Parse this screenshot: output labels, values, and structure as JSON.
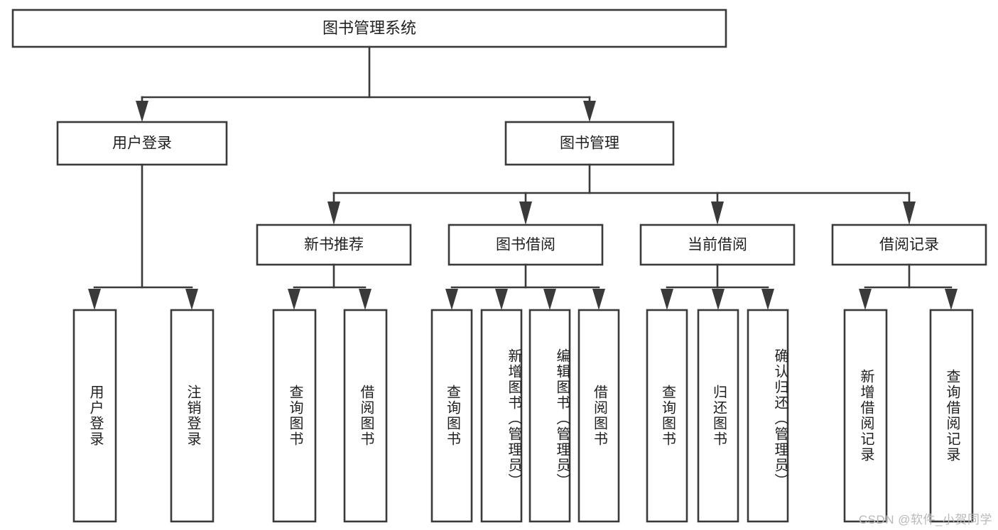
{
  "diagram": {
    "type": "tree",
    "title": "图书管理系统",
    "watermark": "CSDN @软件_小贺同学",
    "colors": {
      "stroke": "#3a3a3a",
      "fill": "#ffffff",
      "text": "#1f1f1f",
      "watermark": "#b9b9b9"
    },
    "root": {
      "label": "图书管理系统"
    },
    "level2": [
      {
        "label": "用户登录"
      },
      {
        "label": "图书管理"
      }
    ],
    "level3": [
      {
        "label": "新书推荐"
      },
      {
        "label": "图书借阅"
      },
      {
        "label": "当前借阅"
      },
      {
        "label": "借阅记录"
      }
    ],
    "leaves": {
      "user_login": [
        "用户登录",
        "注销登录"
      ],
      "new_book_recommend": [
        "查询图书",
        "借阅图书"
      ],
      "book_borrow": [
        "查询图书",
        "新增图书（管理员）",
        "编辑图书（管理员）",
        "借阅图书"
      ],
      "current_borrow": [
        "查询图书",
        "归还图书",
        "确认归还（管理员）"
      ],
      "borrow_record": [
        "新增借阅记录",
        "查询借阅记录"
      ]
    }
  }
}
